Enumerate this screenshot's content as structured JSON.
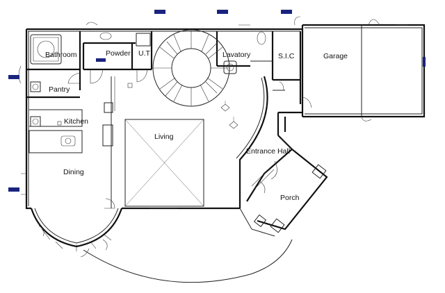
{
  "rooms": {
    "bathroom": "Bathroom",
    "powder": "Powder",
    "ut": "U.T",
    "lavatory": "Lavatory",
    "sic": "S.I.C",
    "garage": "Garage",
    "pantry": "Pantry",
    "kitchen": "Kitchen",
    "living": "Living",
    "dining": "Dining",
    "entrance_hall": "Entrance Hall",
    "porch": "Porch"
  },
  "colors": {
    "wall": "#111111",
    "marker": "#1a237e",
    "background": "#ffffff"
  }
}
